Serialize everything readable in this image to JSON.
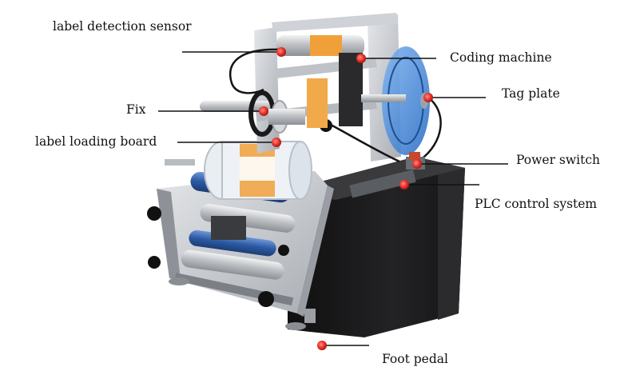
{
  "labels": {
    "label_detection_sensor": "label detection sensor",
    "coding_machine": "Coding machine",
    "fix": "Fix",
    "tag_plate": "Tag plate",
    "label_loading_board": "label loading board",
    "power_switch": "Power switch",
    "plc_control_system": "PLC control system",
    "foot_pedal": "Foot pedal"
  },
  "colors": {
    "marker": "#e8322c",
    "leader_line": "#111111",
    "cabinet": "#1a1a1a",
    "frame": "#c9ccd0",
    "roller": "#2f5fa8",
    "tag_plate": "#3c7fd6"
  },
  "icons": {
    "marker": "red-dot-icon"
  }
}
